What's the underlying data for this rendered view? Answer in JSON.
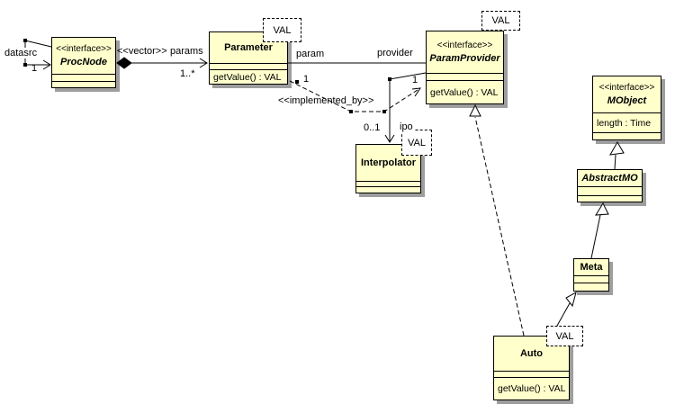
{
  "diagram": {
    "type": "uml-class-diagram",
    "background_color": "#ffffff",
    "class_fill_color": "#ffffcc",
    "border_color": "#000000",
    "shadow_color": "#9e9e9e"
  },
  "classes": {
    "procnode": {
      "stereotype": "<<interface>>",
      "name": "ProcNode"
    },
    "parameter": {
      "name": "Parameter",
      "template_param": "VAL",
      "operations": [
        "getValue() : VAL"
      ]
    },
    "paramprovider": {
      "stereotype": "<<interface>>",
      "name": "ParamProvider",
      "template_param": "VAL",
      "operations": [
        "getValue() : VAL"
      ]
    },
    "interpolator": {
      "name": "Interpolator",
      "template_param": "VAL"
    },
    "mobject": {
      "stereotype": "<<interface>>",
      "name": "MObject",
      "attributes": [
        "length : Time"
      ]
    },
    "abstractmo": {
      "name": "AbstractMO"
    },
    "meta": {
      "name": "Meta"
    },
    "auto": {
      "name": "Auto",
      "template_param": "VAL",
      "operations": [
        "getValue() : VAL"
      ]
    }
  },
  "edges": {
    "datasrc": {
      "name_label": "datasrc",
      "multiplicity": "1"
    },
    "params": {
      "stereotype": "<<vector>>",
      "name_label": "params",
      "multiplicity": "1..*"
    },
    "param_provider": {
      "source_role": "param",
      "target_role": "provider"
    },
    "implemented_by": {
      "stereotype": "<<implemented_by>>",
      "source_multiplicity": "1",
      "target_multiplicity": "1"
    },
    "provider_ipo": {
      "multiplicity": "0..1",
      "target_role": "ipo"
    }
  }
}
